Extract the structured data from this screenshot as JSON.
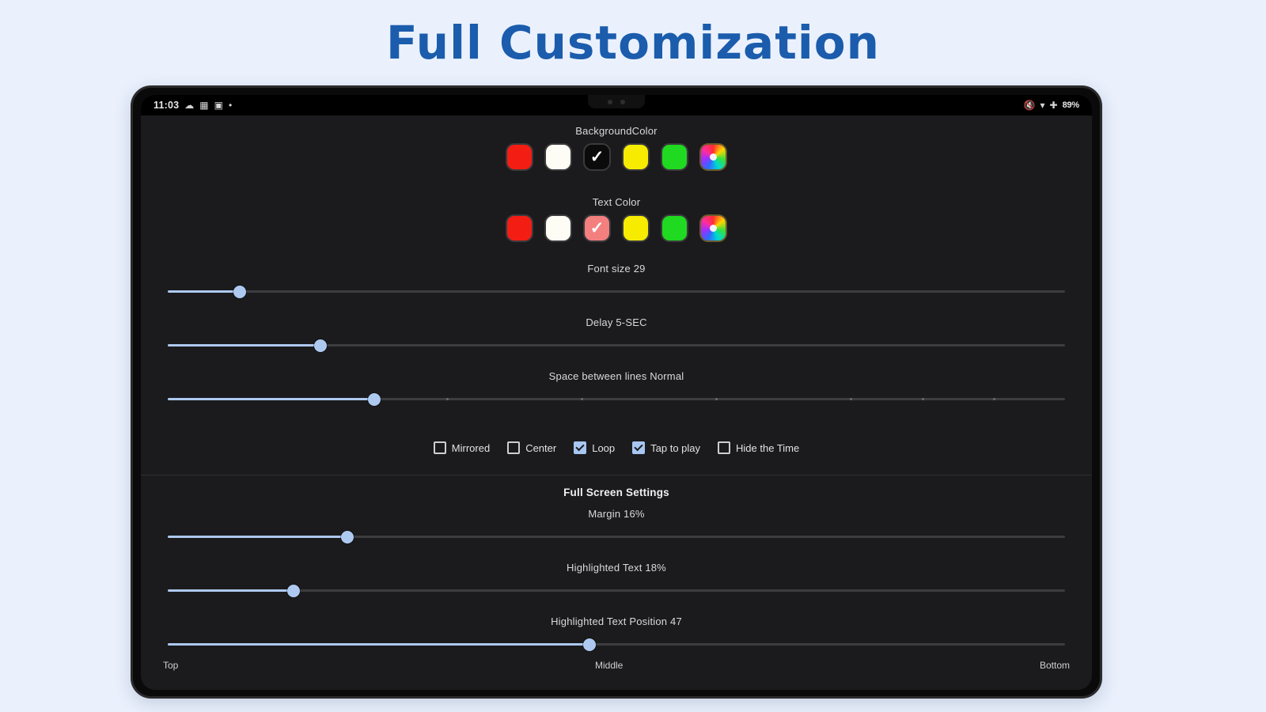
{
  "page": {
    "title": "Full Customization",
    "background": "#eaf1fd",
    "title_color": "#1b5cac"
  },
  "statusbar": {
    "clock": "11:03",
    "left_icons": [
      "cloud-icon",
      "photos-icon",
      "app-icon",
      "dot-icon"
    ],
    "right_icons": [
      "mute-icon",
      "wifi-icon",
      "location-icon"
    ],
    "battery": "89%"
  },
  "background_color": {
    "label": "BackgroundColor",
    "swatches": [
      {
        "name": "red",
        "color": "#f41d14",
        "selected": false,
        "type": "solid"
      },
      {
        "name": "white",
        "color": "#fdfdf5",
        "selected": false,
        "type": "solid"
      },
      {
        "name": "black",
        "color": "#0b0b0b",
        "selected": true,
        "type": "solid",
        "check_color": "#ffffff"
      },
      {
        "name": "yellow",
        "color": "#f7ec00",
        "selected": false,
        "type": "solid"
      },
      {
        "name": "green",
        "color": "#1fda20",
        "selected": false,
        "type": "solid"
      },
      {
        "name": "custom",
        "color": "",
        "selected": false,
        "type": "wheel"
      }
    ]
  },
  "text_color": {
    "label": "Text Color",
    "swatches": [
      {
        "name": "red",
        "color": "#f41d14",
        "selected": false,
        "type": "solid"
      },
      {
        "name": "white",
        "color": "#fdfdf5",
        "selected": false,
        "type": "solid"
      },
      {
        "name": "salmon",
        "color": "#f47f7f",
        "selected": true,
        "type": "solid",
        "check_color": "#ffffff"
      },
      {
        "name": "yellow",
        "color": "#f7ec00",
        "selected": false,
        "type": "solid"
      },
      {
        "name": "green",
        "color": "#1fda20",
        "selected": false,
        "type": "solid"
      },
      {
        "name": "custom",
        "color": "",
        "selected": false,
        "type": "wheel"
      }
    ]
  },
  "sliders": {
    "font_size": {
      "label": "Font size 29",
      "value": 29,
      "percent": 8,
      "ticks": 0
    },
    "delay": {
      "label": "Delay  5-SEC",
      "value": 5,
      "percent": 17,
      "ticks": 0
    },
    "space_lines": {
      "label": "Space between lines  Normal",
      "value": "Normal",
      "percent": 23,
      "ticks": 8
    },
    "margin": {
      "label": "Margin 16%",
      "value": 16,
      "percent": 20,
      "ticks": 0
    },
    "highlighted": {
      "label": "Highlighted Text 18%",
      "value": 18,
      "percent": 14,
      "ticks": 0
    },
    "highlight_pos": {
      "label": "Highlighted Text Position 47",
      "value": 47,
      "percent": 47,
      "ticks": 0
    }
  },
  "checkboxes": [
    {
      "label": "Mirrored",
      "checked": false
    },
    {
      "label": "Center",
      "checked": false
    },
    {
      "label": "Loop",
      "checked": true
    },
    {
      "label": "Tap to play",
      "checked": true
    },
    {
      "label": "Hide the Time",
      "checked": false
    }
  ],
  "fullscreen": {
    "heading": "Full Screen Settings"
  },
  "position_labels": {
    "top": "Top",
    "middle": "Middle",
    "bottom": "Bottom"
  },
  "accent": {
    "slider": "#aec9f0",
    "track": "#3d3d40",
    "screen_bg": "#1b1b1d"
  }
}
